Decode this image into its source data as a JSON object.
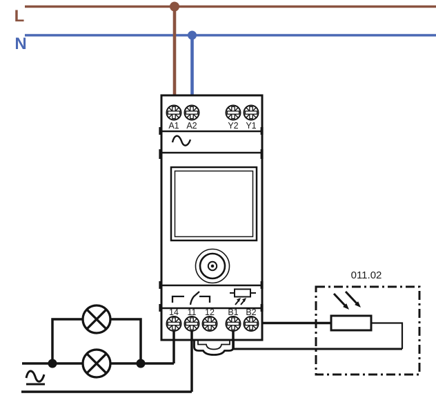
{
  "diagram": {
    "supply": {
      "line_label": "L",
      "neutral_label": "N"
    },
    "colors": {
      "line": "#8a5340",
      "neutral": "#4a68b4",
      "wire": "#141414"
    },
    "device": {
      "top_terminals": [
        "A1",
        "A2",
        "Y2",
        "Y1"
      ],
      "bottom_terminals": [
        "14",
        "11",
        "12",
        "B1",
        "B2"
      ],
      "ac_symbol": "~"
    },
    "sensor": {
      "label": "011.02"
    }
  }
}
